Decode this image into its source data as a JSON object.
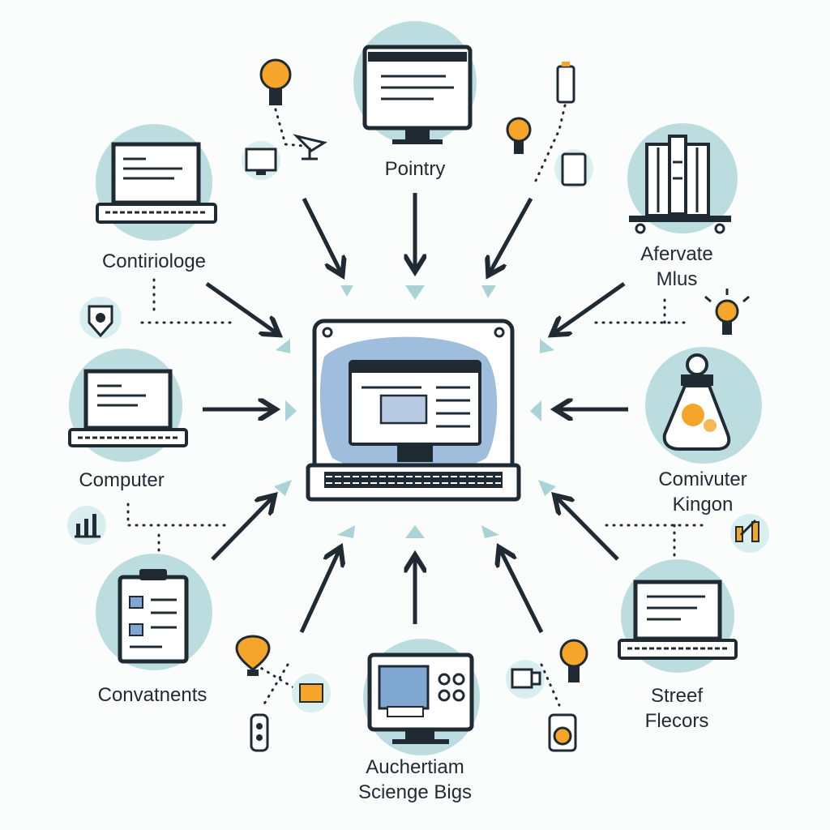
{
  "colors": {
    "ink": "#1f2a33",
    "teal_circle": "#bcdde0",
    "screen_blue": "#7fa7d1",
    "bulb_orange": "#f4a52a",
    "paper": "#ffffff"
  },
  "hub": {
    "icon": "laptop-icon"
  },
  "nodes": {
    "top": {
      "lines": [
        "Pointry"
      ],
      "icon": "desktop-monitor-icon"
    },
    "top_left": {
      "lines": [
        "Contiriologe"
      ],
      "icon": "laptop-icon"
    },
    "top_right": {
      "lines": [
        "Afervate",
        "Mlus"
      ],
      "icon": "server-rack-icon"
    },
    "mid_left": {
      "lines": [
        "Computer"
      ],
      "icon": "laptop-icon"
    },
    "mid_right": {
      "lines": [
        "Comivuter",
        "Kingon"
      ],
      "icon": "flask-icon"
    },
    "bottom_left": {
      "lines": [
        "Convatnents"
      ],
      "icon": "clipboard-icon"
    },
    "bottom_right": {
      "lines": [
        "Streef",
        "Flecors"
      ],
      "icon": "laptop-icon"
    },
    "bottom": {
      "lines": [
        "Auchertiam",
        "Sciengе Bigs"
      ],
      "icon": "desktop-computer-icon"
    }
  },
  "accent_icons": [
    "lightbulb-icon",
    "lightbulb-icon",
    "lightbulb-icon",
    "lightbulb-icon",
    "battery-icon",
    "tablet-icon",
    "small-monitor-icon",
    "satellite-dish-icon",
    "shield-icon",
    "bar-chart-icon",
    "bar-chart-icon",
    "hot-air-balloon-icon",
    "folder-icon",
    "remote-icon",
    "camera-icon",
    "speaker-icon"
  ]
}
